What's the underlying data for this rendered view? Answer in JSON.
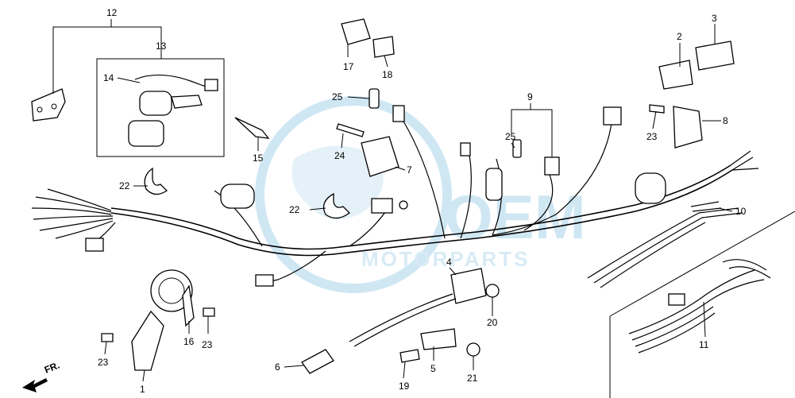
{
  "watermark": {
    "brand": "OEM",
    "subtitle": "MOTORPARTS",
    "color": "#a9d4ea"
  },
  "direction_marker": "FR.",
  "callouts": {
    "c1": "1",
    "c2": "2",
    "c3": "3",
    "c4": "4",
    "c5": "5",
    "c6": "6",
    "c7": "7",
    "c8": "8",
    "c9": "9",
    "c10": "10",
    "c11": "11",
    "c12": "12",
    "c13": "13",
    "c14": "14",
    "c15": "15",
    "c16": "16",
    "c17": "17",
    "c18": "18",
    "c19": "19",
    "c20": "20",
    "c21": "21",
    "c22a": "22",
    "c22b": "22",
    "c23a": "23",
    "c23b": "23",
    "c23c": "23",
    "c24": "24",
    "c25a": "25",
    "c25b": "25"
  }
}
